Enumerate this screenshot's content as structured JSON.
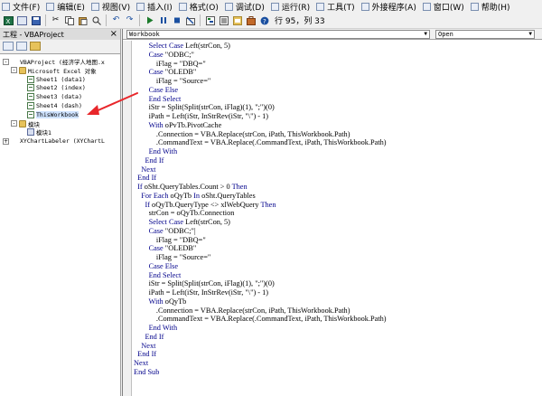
{
  "menu": [
    {
      "label": "文件(F)",
      "icon": "file-icon"
    },
    {
      "label": "编辑(E)",
      "icon": "edit-icon"
    },
    {
      "label": "视图(V)",
      "icon": "view-icon"
    },
    {
      "label": "插入(I)",
      "icon": "insert-icon"
    },
    {
      "label": "格式(O)",
      "icon": "format-icon"
    },
    {
      "label": "调试(D)",
      "icon": "debug-icon"
    },
    {
      "label": "运行(R)",
      "icon": "run-icon"
    },
    {
      "label": "工具(T)",
      "icon": "tools-icon"
    },
    {
      "label": "外接程序(A)",
      "icon": "addins-icon"
    },
    {
      "label": "窗口(W)",
      "icon": "window-icon"
    },
    {
      "label": "帮助(H)",
      "icon": "help-icon"
    }
  ],
  "toolbar": {
    "status": "行 95，列 33"
  },
  "project": {
    "title": "工程 - VBAProject",
    "close": "×",
    "tree": [
      {
        "label": "VBAProject (经济学人地图.x",
        "icon": "project",
        "indent": 0,
        "expander": "-"
      },
      {
        "label": "Microsoft Excel 对象",
        "icon": "folder",
        "indent": 1,
        "expander": "-"
      },
      {
        "label": "Sheet1 (data1)",
        "icon": "sheet",
        "indent": 2
      },
      {
        "label": "Sheet2 (index)",
        "icon": "sheet",
        "indent": 2
      },
      {
        "label": "Sheet3 (data)",
        "icon": "sheet",
        "indent": 2
      },
      {
        "label": "Sheet4 (dash)",
        "icon": "sheet",
        "indent": 2
      },
      {
        "label": "ThisWorkbook",
        "icon": "sheet",
        "indent": 2,
        "selected": true
      },
      {
        "label": "模块",
        "icon": "folder",
        "indent": 1,
        "expander": "-"
      },
      {
        "label": "模块1",
        "icon": "module",
        "indent": 2
      },
      {
        "label": "XYChartLabeler (XYChartL",
        "icon": "project",
        "indent": 0,
        "expander": "+"
      }
    ]
  },
  "editor": {
    "object_combo": "Workbook",
    "proc_combo": "Open",
    "lines": [
      [
        "        ",
        "Select Case",
        " Left(strCon, 5)"
      ],
      [
        "        ",
        "Case",
        " \"ODBC;\""
      ],
      [
        "            iFlag = \"DBQ=\""
      ],
      [
        "        ",
        "Case",
        " \"OLEDB\""
      ],
      [
        "            iFlag = \"Source=\""
      ],
      [
        "        ",
        "Case Else",
        ""
      ],
      [
        "        ",
        "End Select",
        ""
      ],
      [
        "        iStr = Split(Split(strCon, iFlag)(1), \";\")(0)"
      ],
      [
        "        iPath = Left(iStr, InStrRev(iStr, \"\\\") - 1)"
      ],
      [
        "        ",
        "With",
        " oPvTb.PivotCache"
      ],
      [
        "            .Connection = VBA.Replace(strCon, iPath, ThisWorkbook.Path)"
      ],
      [
        "            .CommandText = VBA.Replace(.CommandText, iPath, ThisWorkbook.Path)"
      ],
      [
        "        ",
        "End With",
        ""
      ],
      [
        "      ",
        "End If",
        ""
      ],
      [
        "    ",
        "Next",
        ""
      ],
      [
        "  ",
        "End If",
        ""
      ],
      [
        "  ",
        "If",
        " oSht.QueryTables.Count > 0 ",
        "Then",
        ""
      ],
      [
        "    ",
        "For Each",
        " oQyTb ",
        "In",
        " oSht.QueryTables"
      ],
      [
        "      ",
        "If",
        " oQyTb.QueryType <> xlWebQuery ",
        "Then",
        ""
      ],
      [
        "        strCon = oQyTb.Connection"
      ],
      [
        "        ",
        "Select Case",
        " Left(strCon, 5)"
      ],
      [
        "        ",
        "Case",
        " \"ODBC;\"|"
      ],
      [
        "            iFlag = \"DBQ=\""
      ],
      [
        "        ",
        "Case",
        " \"OLEDB\""
      ],
      [
        "            iFlag = \"Source=\""
      ],
      [
        "        ",
        "Case Else",
        ""
      ],
      [
        "        ",
        "End Select",
        ""
      ],
      [
        "        iStr = Split(Split(strCon, iFlag)(1), \";\")(0)"
      ],
      [
        "        iPath = Left(iStr, InStrRev(iStr, \"\\\") - 1)"
      ],
      [
        "        ",
        "With",
        " oQyTb"
      ],
      [
        "            .Connection = VBA.Replace(strCon, iPath, ThisWorkbook.Path)"
      ],
      [
        "            .CommandText = VBA.Replace(.CommandText, iPath, ThisWorkbook.Path)"
      ],
      [
        "        ",
        "End With",
        ""
      ],
      [
        "      ",
        "End If",
        ""
      ],
      [
        "    ",
        "Next",
        ""
      ],
      [
        "  ",
        "End If",
        ""
      ],
      [
        "",
        "Next",
        ""
      ],
      [
        "",
        "End Sub",
        ""
      ]
    ]
  },
  "colors": {
    "keyword": "#00008b",
    "annotation_arrow": "#e8262a"
  }
}
